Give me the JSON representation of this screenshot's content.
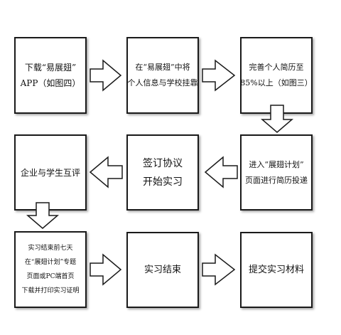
{
  "steps": [
    {
      "id": "download_app",
      "lines": [
        "下载“易展翅”",
        "APP（如图四）"
      ]
    },
    {
      "id": "register_school",
      "lines": [
        "在“易展翅”中将",
        "个人信息与学校挂靠"
      ]
    },
    {
      "id": "complete_resume",
      "lines": [
        "完善个人简历至",
        "85%以上（如图三）"
      ]
    },
    {
      "id": "submit_resume",
      "lines": [
        "进入“展翅计划”",
        "页面进行简历投递"
      ]
    },
    {
      "id": "sign_agreement",
      "lines": [
        "签订协议",
        "开始实习"
      ]
    },
    {
      "id": "mutual_review",
      "lines": [
        "企业与学生互评"
      ]
    },
    {
      "id": "download_certificate",
      "lines": [
        "实习结束前七天",
        "在“展翅计划”专题",
        "页面或PC端首页",
        "下载并打印实习证明"
      ]
    },
    {
      "id": "internship_end",
      "lines": [
        "实习结束"
      ]
    },
    {
      "id": "submit_materials",
      "lines": [
        "提交实习材料"
      ]
    }
  ]
}
